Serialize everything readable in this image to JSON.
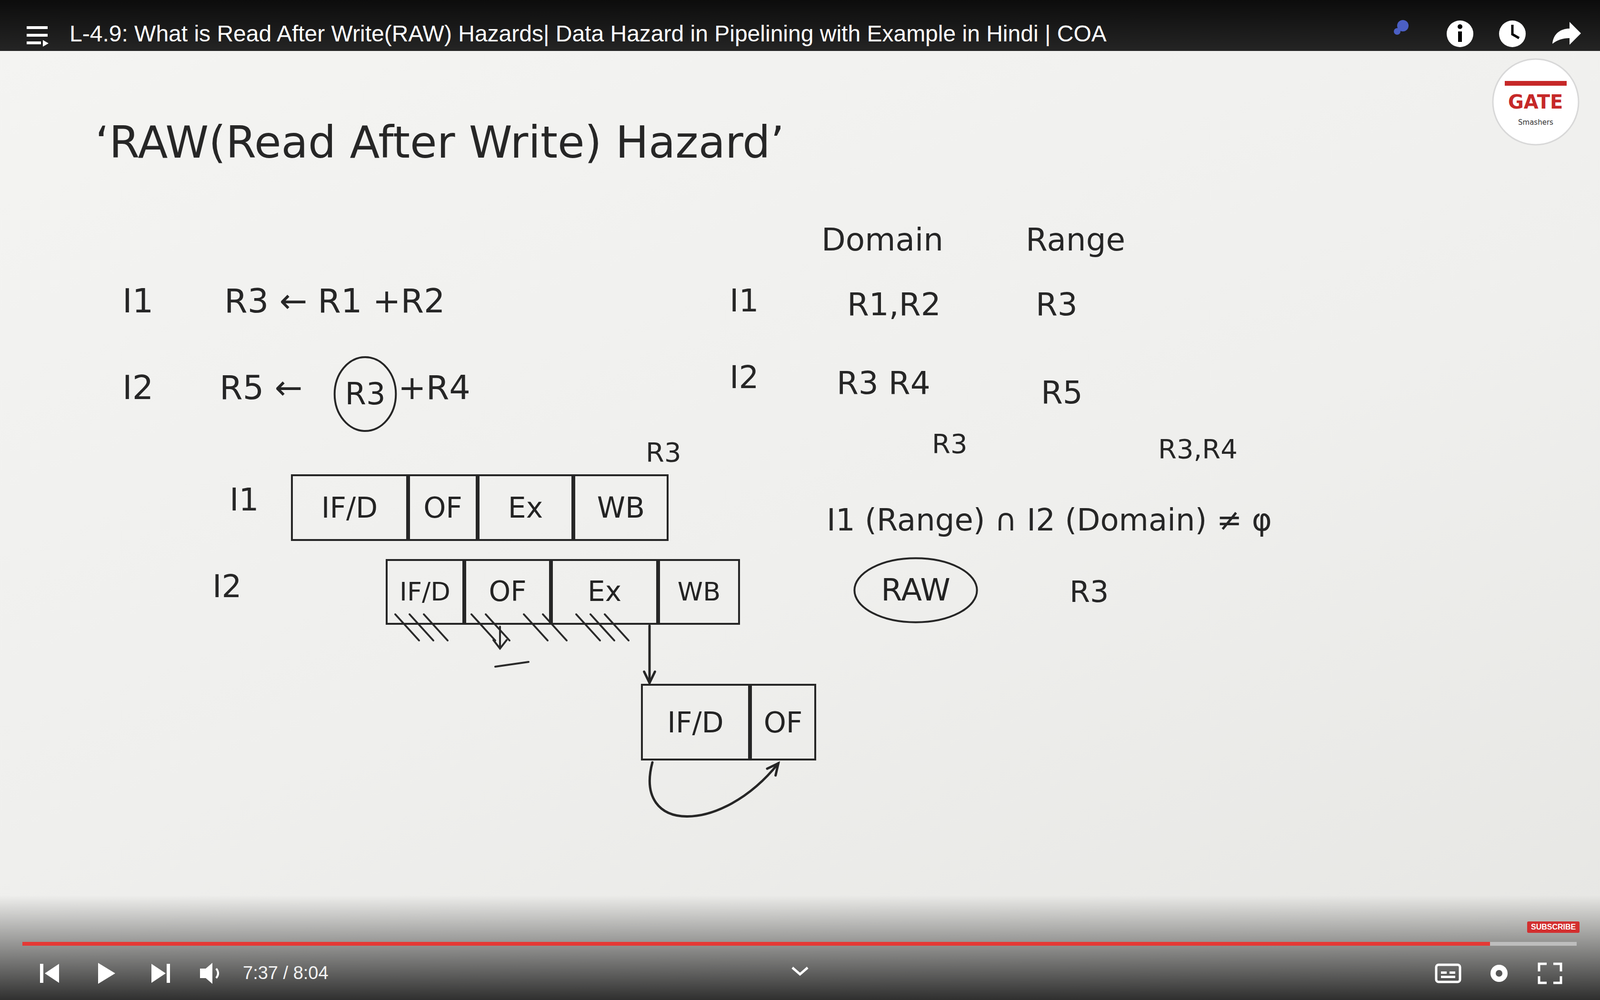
{
  "diagram": {
    "title": "‘RAW(Read After Write) Hazard’",
    "nodes": [
      {
        "text": [
          "R3"
        ]
      },
      {
        "text": [
          "IF/D"
        ]
      },
      {
        "text": [
          "OF"
        ]
      },
      {
        "text": [
          "Ex"
        ]
      },
      {
        "text": [
          "WB"
        ]
      },
      {
        "text": [
          "IF/D"
        ]
      },
      {
        "text": [
          "OF"
        ]
      },
      {
        "text": [
          "Ex"
        ]
      },
      {
        "text": [
          "WB"
        ]
      },
      {
        "text": [
          "IF/D"
        ]
      },
      {
        "text": [
          "OF"
        ]
      },
      {
        "text": [
          "RAW"
        ]
      }
    ],
    "edges": [
      {
        "from": 7,
        "to": 9,
        "arrow": "to"
      },
      {
        "from": 9,
        "to": 10,
        "arrow": "to"
      }
    ],
    "labels": [
      "L-4.9: What is Read After Write(RAW) Hazards| Data Hazard in Pipelining with Example in Hindi | COA",
      "I1",
      "R3 ← R1 +R2",
      "I2",
      "R5 ←",
      "+R4",
      "Domain",
      "Range",
      "I1",
      "R1,R2",
      "R3",
      "I2",
      "R3 R4",
      "R5",
      "R3",
      "R3,R4",
      "I1 (Range) ∩ I2 (Domain) ≠ φ",
      "R3",
      "I1",
      "I2",
      "R3",
      "GATE",
      "Smashers",
      "7:37 / 8:04",
      "SUBSCRIBE"
    ]
  }
}
